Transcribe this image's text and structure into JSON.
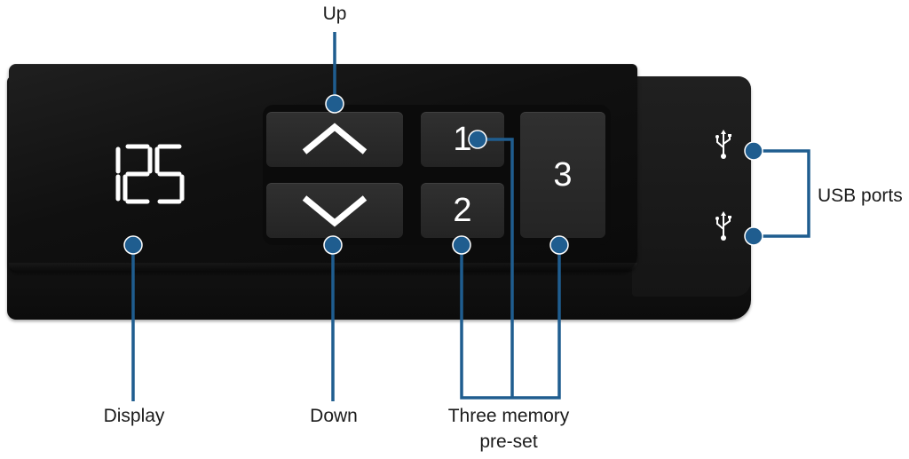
{
  "labels": {
    "up": "Up",
    "down": "Down",
    "display": "Display",
    "memory_line1": "Three memory",
    "memory_line2": "pre-set",
    "usb": "USB ports"
  },
  "display": {
    "value": "125"
  },
  "keys": {
    "up_icon": "chevron-up-icon",
    "down_icon": "chevron-down-icon",
    "memory_1": "1",
    "memory_2": "2",
    "memory_3": "3"
  },
  "usb_ports": [
    {
      "icon": "usb-icon"
    },
    {
      "icon": "usb-icon"
    }
  ],
  "colors": {
    "callout": "#1f5d8f",
    "device": "#151515",
    "key": "#2a2a2a",
    "display_digits": "#ffffff"
  }
}
